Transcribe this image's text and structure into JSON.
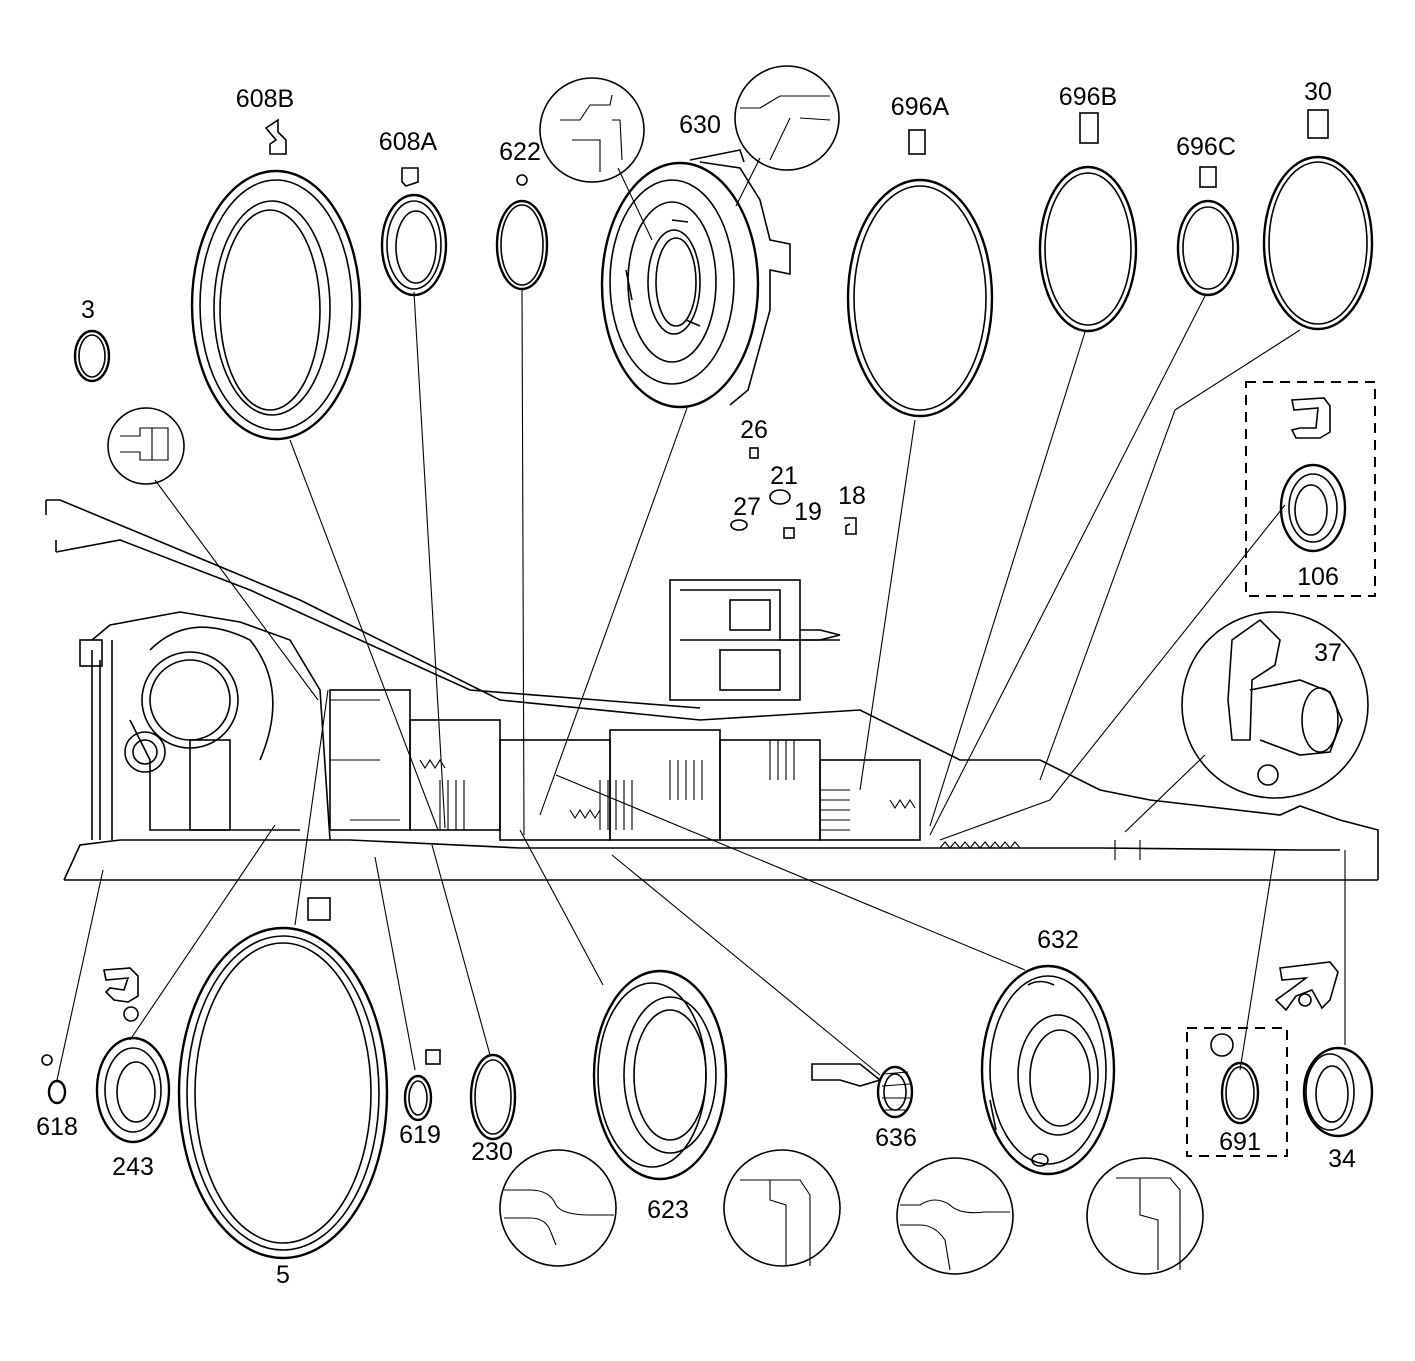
{
  "diagram": {
    "labels": {
      "l608B": "608B",
      "l608A": "608A",
      "l622": "622",
      "l630": "630",
      "l696A": "696A",
      "l696B": "696B",
      "l696C": "696C",
      "l30": "30",
      "l3": "3",
      "l26": "26",
      "l21": "21",
      "l27": "27",
      "l19": "19",
      "l18": "18",
      "l106": "106",
      "l37": "37",
      "l632": "632",
      "l618": "618",
      "l243": "243",
      "l5": "5",
      "l619": "619",
      "l230": "230",
      "l623": "623",
      "l636": "636",
      "l691": "691",
      "l34": "34"
    }
  }
}
